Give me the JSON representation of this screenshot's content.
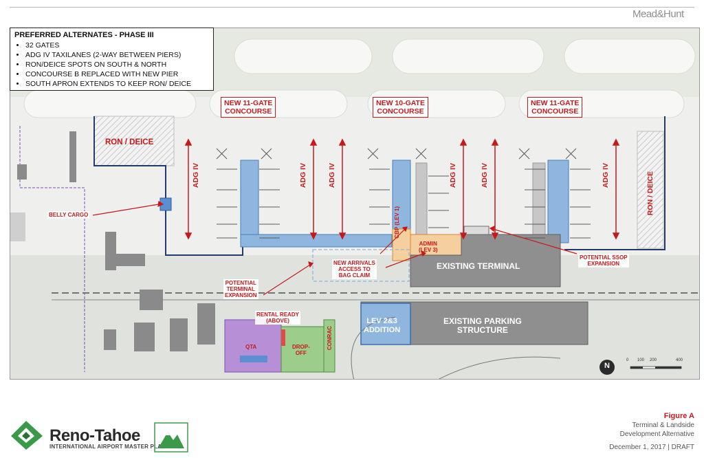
{
  "header": {
    "brand": "Mead&Hunt"
  },
  "legend": {
    "title": "PREFERRED ALTERNATES - PHASE III",
    "items": [
      "32 GATES",
      "ADG IV TAXILANES (2-WAY BETWEEN PIERS)",
      "RON/DEICE SPOTS ON SOUTH & NORTH",
      "CONCOURSE B REPLACED WITH NEW PIER",
      "SOUTH APRON EXTENDS TO KEEP RON/ DEICE"
    ]
  },
  "labels": {
    "concourse_11_west": [
      "NEW 11-GATE",
      "CONCOURSE"
    ],
    "concourse_10": [
      "NEW 10-GATE",
      "CONCOURSE"
    ],
    "concourse_11_east": [
      "NEW 11-GATE",
      "CONCOURSE"
    ],
    "ron_deice_west": "RON / DEICE",
    "ron_deice_east": "RON / DEICE",
    "adg_iv": "ADG IV",
    "belly_cargo": "BELLY CARGO",
    "cbp": [
      "CBP",
      "(LEV 1)"
    ],
    "admin": [
      "ADMIN",
      "(LEV 3)"
    ],
    "existing_terminal": "EXISTING TERMINAL",
    "potential_ssop": [
      "POTENTIAL SSOP",
      "EXPANSION"
    ],
    "new_arrivals": [
      "NEW ARRIVALS",
      "ACCESS TO",
      "BAG CLAIM"
    ],
    "potential_terminal": [
      "POTENTIAL",
      "TERMINAL",
      "EXPANSION"
    ],
    "rental_ready": [
      "RENTAL READY",
      "(ABOVE)"
    ],
    "qta": "QTA",
    "drop_off": [
      "DROP-",
      "OFF"
    ],
    "conrac": "CONRAC",
    "lev_addition": [
      "LEV 2&3",
      "ADDITION"
    ],
    "existing_parking": [
      "EXISTING PARKING",
      "STRUCTURE"
    ]
  },
  "scale": {
    "ticks": [
      "0",
      "100",
      "200",
      "400"
    ],
    "north": "N"
  },
  "footer": {
    "logo_name": "Reno-Tahoe",
    "logo_sub": "INTERNATIONAL AIRPORT MASTER PLAN",
    "figure": "Figure A",
    "title_line1": "Terminal & Landside",
    "title_line2": "Development Alternative",
    "date": "December 1, 2017  |  DRAFT"
  },
  "colors": {
    "accent_red": "#c8181b",
    "concourse_blue": "#8fb6df",
    "terminal_gray": "#8f8f8f",
    "qta_purple": "#b68fd6",
    "dropoff_green": "#9ccd8b",
    "admin_orange": "#f6cf9e"
  }
}
